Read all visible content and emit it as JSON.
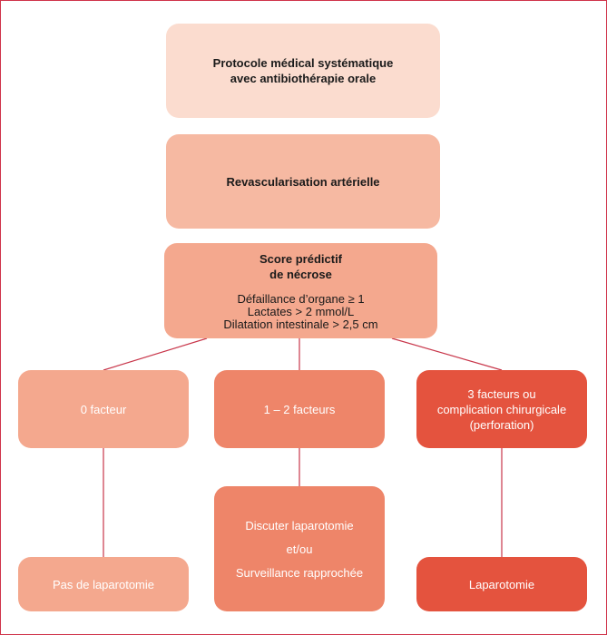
{
  "steps": {
    "protocol": [
      "Protocole médical systématique",
      "avec antibiothérapie orale"
    ],
    "revasc": "Revascularisation artérielle",
    "score": {
      "title": [
        "Score prédictif",
        "de nécrose"
      ],
      "criteria": [
        "Défaillance d’organe ≥ 1",
        "Lactates > 2 mmol/L",
        "Dilatation intestinale > 2,5 cm"
      ]
    }
  },
  "branches": {
    "zero": "0 facteur",
    "one_two": "1 – 2  facteurs",
    "three": [
      "3 facteurs ou",
      "complication chirurgicale",
      "(perforation)"
    ]
  },
  "outcomes": {
    "no_surgery": "Pas de laparotomie",
    "discuss": [
      "Discuter laparotomie",
      "et/ou",
      "Surveillance rapprochée"
    ],
    "surgery": "Laparotomie"
  },
  "colors": {
    "frame": "#d0344a",
    "connector": "#c8364a",
    "step1": "#fbdccf",
    "step2": "#f6b9a2",
    "light": "#f4a88e",
    "medium": "#ee8569",
    "strong": "#e4533e"
  }
}
